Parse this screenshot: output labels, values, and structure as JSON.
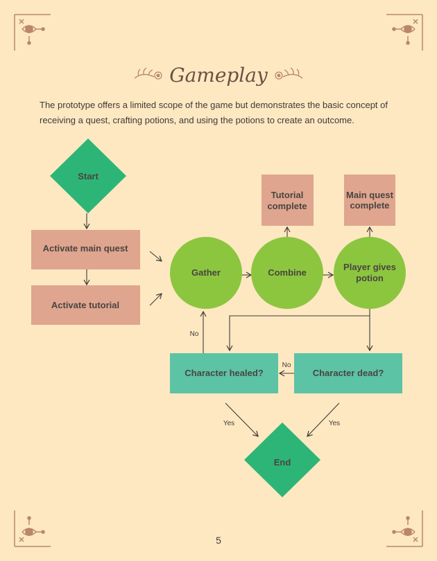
{
  "page": {
    "title": "Gameplay",
    "intro": "The prototype offers a limited scope of the game but demonstrates the basic concept of receiving a quest, crafting potions, and using the potions to create an outcome.",
    "page_number": "5"
  },
  "colors": {
    "background": "#fde8c2",
    "diamond": "#2db577",
    "salmon_box": "#dfa58f",
    "circle": "#8cc63f",
    "teal_box": "#5cc3a5",
    "ornament": "#b9876a",
    "title": "#6b5043",
    "arrow": "#3f3a36"
  },
  "flowchart": {
    "nodes": {
      "start": "Start",
      "activate_main_quest": "Activate main quest",
      "activate_tutorial": "Activate tutorial",
      "gather": "Gather",
      "combine": "Combine",
      "player_gives_potion_1": "Player gives",
      "player_gives_potion_2": "potion",
      "tutorial_complete_1": "Tutorial",
      "tutorial_complete_2": "complete",
      "main_quest_complete_1": "Main quest",
      "main_quest_complete_2": "complete",
      "character_healed": "Character healed?",
      "character_dead": "Character dead?",
      "end": "End"
    },
    "labels": {
      "no_to_gather": "No",
      "no_to_healed": "No",
      "yes_left": "Yes",
      "yes_right": "Yes"
    }
  },
  "icons": [
    "corner-ornament-icon",
    "title-flourish-icon"
  ]
}
